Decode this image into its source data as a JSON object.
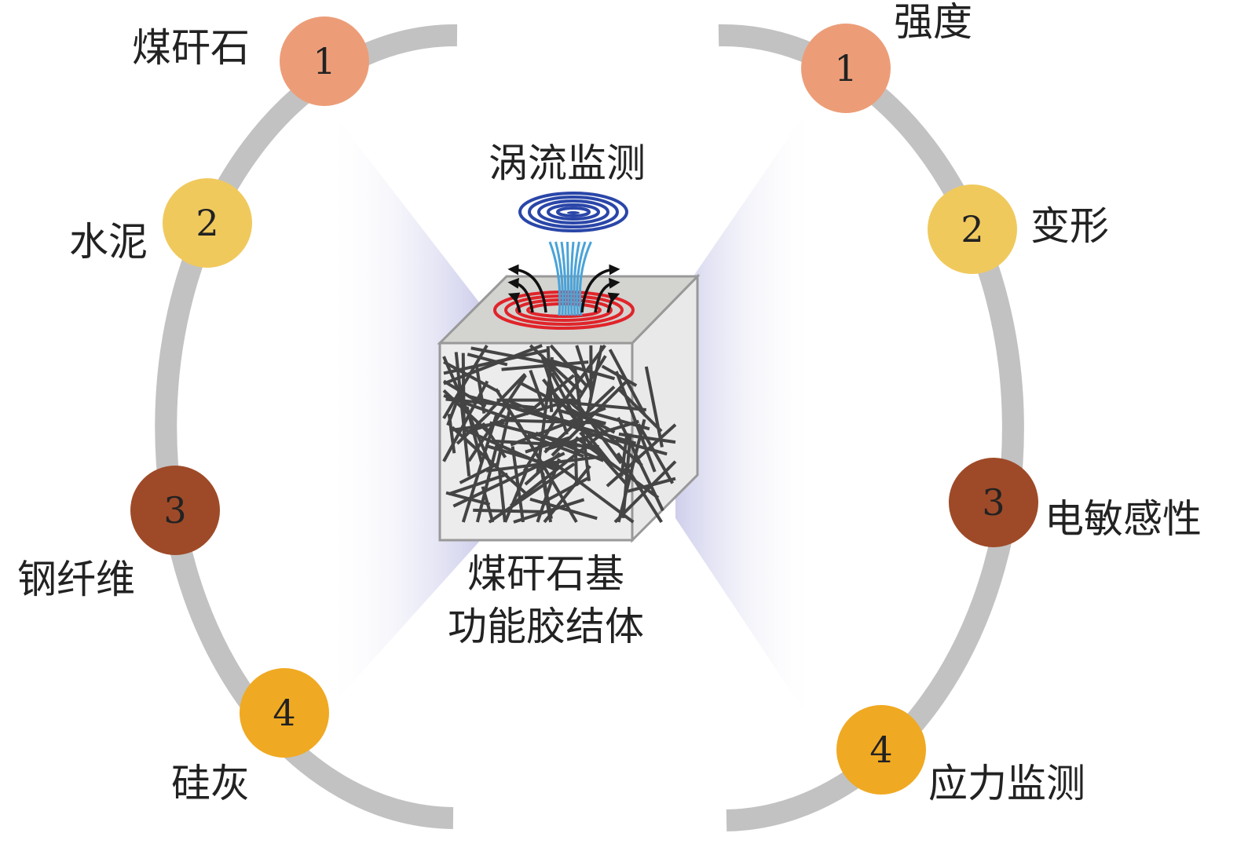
{
  "center": {
    "title_top": "涡流监测",
    "title_bottom_line1": "煤矸石基",
    "title_bottom_line2": "功能胶结体"
  },
  "left_cycle": [
    {
      "number": "1",
      "label": "煤矸石",
      "color": "#ec9d78"
    },
    {
      "number": "2",
      "label": "水泥",
      "color": "#f0c95d"
    },
    {
      "number": "3",
      "label": "钢纤维",
      "color": "#9e4a28"
    },
    {
      "number": "4",
      "label": "硅灰",
      "color": "#f0a922"
    }
  ],
  "right_cycle": [
    {
      "number": "1",
      "label": "强度",
      "color": "#ec9d78"
    },
    {
      "number": "2",
      "label": "变形",
      "color": "#f0c95d"
    },
    {
      "number": "3",
      "label": "电敏感性",
      "color": "#9e4a28"
    },
    {
      "number": "4",
      "label": "应力监测",
      "color": "#f0a922"
    }
  ],
  "colors": {
    "arc": "#c2c2c2",
    "coil_top": "#2a46a8",
    "coil_bottom": "#e0242a",
    "field": "#4aa3d8",
    "fiber": "#444444",
    "shade": "#d4d4ee"
  }
}
